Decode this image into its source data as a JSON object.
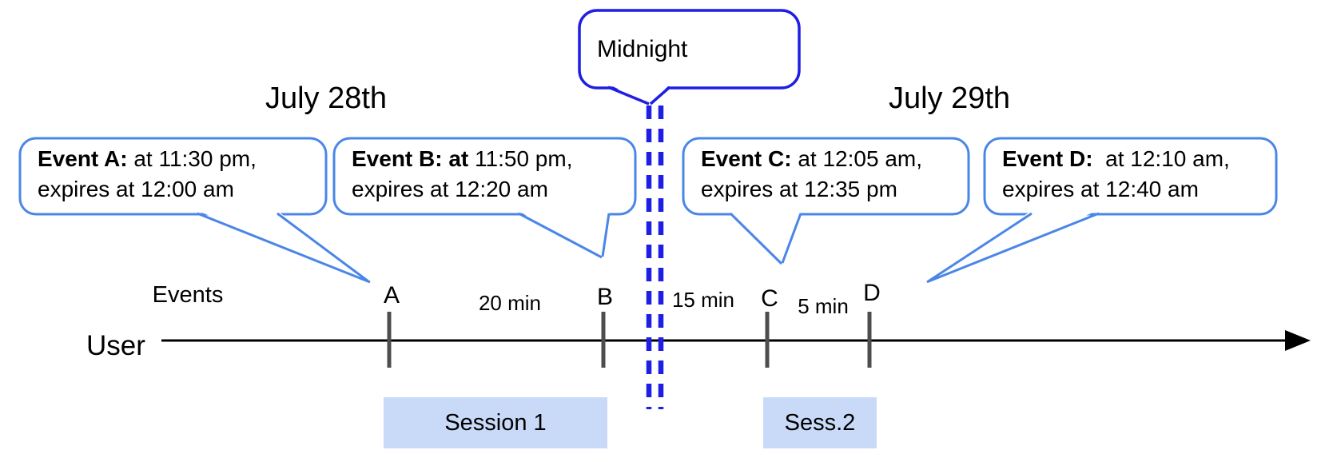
{
  "diagram": {
    "midnight_label": "Midnight",
    "dates": {
      "left": "July 28th",
      "right": "July 29th"
    },
    "axis": {
      "events_row_label": "Events",
      "user_row_label": "User"
    },
    "events": [
      {
        "tick": "A",
        "bold": "Event A:",
        "rest": " at 11:30 pm,",
        "line2": "expires at 12:00 am"
      },
      {
        "tick": "B",
        "bold": "Event B: at",
        "rest": " 11:50 pm,",
        "line2": "expires at 12:20 am"
      },
      {
        "tick": "C",
        "bold": "Event C:",
        "rest": " at 12:05 am,",
        "line2": "expires at 12:35 pm"
      },
      {
        "tick": "D",
        "bold": "Event D:",
        "rest": "  at 12:10 am,",
        "line2": "expires at 12:40 am"
      }
    ],
    "intervals": [
      {
        "label": "20 min",
        "between": "A-B"
      },
      {
        "label": "15 min",
        "between": "B-C"
      },
      {
        "label": "5 min",
        "between": "C-D"
      }
    ],
    "sessions": [
      {
        "label": "Session 1"
      },
      {
        "label": "Sess.2"
      }
    ],
    "colors": {
      "callout_border": "#4a86e8",
      "midnight_blue": "#1e1ee4",
      "session_fill": "#c9daf8",
      "tick_gray": "#4d4d4d",
      "axis_black": "#000000"
    }
  }
}
